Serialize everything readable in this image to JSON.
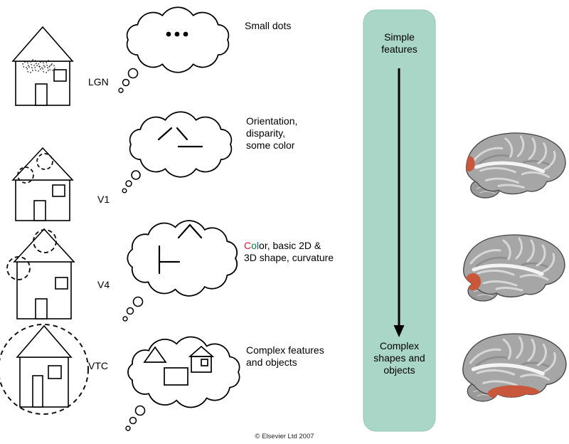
{
  "regions": [
    {
      "label": "LGN",
      "feature_lines": [
        "Small dots"
      ]
    },
    {
      "label": "V1",
      "feature_lines": [
        "Orientation,",
        "disparity,",
        "some color"
      ]
    },
    {
      "label": "V4",
      "feature_word_letters": [
        {
          "ch": "C",
          "color": "#e8112d"
        },
        {
          "ch": "o",
          "color": "#00873e"
        },
        {
          "ch": "l",
          "color": "#2353c4"
        },
        {
          "ch": "o",
          "color": "#000000"
        },
        {
          "ch": "r",
          "color": "#000000"
        }
      ],
      "feature_line1_rest": ", basic 2D &",
      "feature_lines": [
        "3D shape, curvature"
      ]
    },
    {
      "label": "VTC",
      "feature_lines": [
        "Complex features",
        "and objects"
      ]
    }
  ],
  "flow_panel": {
    "fill": "#aad6c8",
    "top_lines": [
      "Simple",
      "features"
    ],
    "bottom_lines": [
      "Complex",
      "shapes and",
      "objects"
    ]
  },
  "brains": {
    "highlight_color": "#c9573b"
  },
  "copyright": "© Elsevier Ltd 2007"
}
